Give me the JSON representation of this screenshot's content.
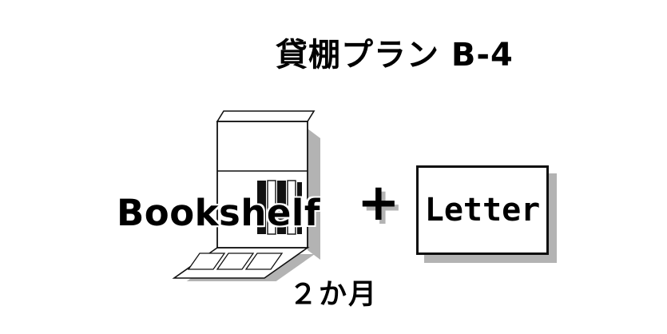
{
  "title": {
    "text": "貸棚プラン B-4"
  },
  "bookshelf": {
    "label": "Bookshelf"
  },
  "plus": {
    "symbol": "+"
  },
  "letter": {
    "label": "Letter"
  },
  "duration": {
    "text": "２か月"
  },
  "colors": {
    "ink": "#000000",
    "shadow": "#b3b3b3",
    "paper": "#ffffff"
  }
}
